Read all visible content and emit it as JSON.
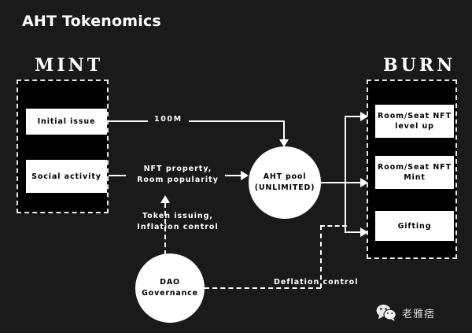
{
  "page": {
    "title": "AHT Tokenomics",
    "background_color": "#1a1a1a",
    "foreground_color": "#ffffff"
  },
  "diagram_data": {
    "type": "flow-diagram",
    "groups": [
      {
        "id": "mint",
        "heading": "MINT",
        "items": [
          "Initial issue",
          "Social activity"
        ]
      },
      {
        "id": "burn",
        "heading": "BURN",
        "items": [
          "Room/Seat\nNFT level up",
          "Room/Seat\nNFT Mint",
          "Gifting"
        ]
      }
    ],
    "nodes": [
      {
        "id": "aht-pool",
        "label": "AHT pool\n(UNLIMITED)",
        "shape": "circle"
      },
      {
        "id": "dao",
        "label": "DAO\nGovernance",
        "shape": "circle"
      }
    ],
    "edges": [
      {
        "from": "initial-issue",
        "to": "aht-pool",
        "label": "100M",
        "style": "solid"
      },
      {
        "from": "social-activity",
        "to": "aht-pool",
        "label": "NFT property,\nRoom popularity",
        "style": "solid"
      },
      {
        "from": "dao",
        "to": "mint",
        "label": "Token issuing,\nInflation  control",
        "style": "dashed"
      },
      {
        "from": "dao",
        "to": "gifting",
        "label": "Deflation control",
        "style": "dashed"
      },
      {
        "from": "aht-pool",
        "to": "nft-level-up",
        "label": "",
        "style": "solid"
      },
      {
        "from": "aht-pool",
        "to": "nft-mint",
        "label": "",
        "style": "solid"
      },
      {
        "from": "aht-pool",
        "to": "gifting",
        "label": "",
        "style": "solid"
      }
    ]
  },
  "mint": {
    "heading": "MINT",
    "items": [
      {
        "label": "Initial issue"
      },
      {
        "label": "Social activity"
      }
    ]
  },
  "burn": {
    "heading": "BURN",
    "items": [
      {
        "label": "Room/Seat NFT level up"
      },
      {
        "label": "Room/Seat NFT Mint"
      },
      {
        "label": "Gifting"
      }
    ]
  },
  "pool": {
    "label": "AHT pool (UNLIMITED)"
  },
  "dao": {
    "label": "DAO Governance"
  },
  "labels": {
    "supply": "100M",
    "nft_property": "NFT property, Room popularity",
    "token_issuing": "Token issuing, Inflation  control",
    "deflation": "Deflation control"
  },
  "watermark": {
    "icon": "wechat-icon",
    "text": "老雅痞"
  }
}
